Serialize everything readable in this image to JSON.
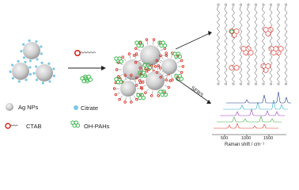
{
  "legend": {
    "ag_nps": "Ag NPs",
    "citrate": "Citrate",
    "ctab": "CTAB",
    "oh_pahs": "OH-PAHs"
  },
  "arrow_label": "SERS",
  "spectra": {
    "xlabel": "Raman shift / cm⁻¹",
    "ticks": [
      "500",
      "1000",
      "1500"
    ]
  },
  "colors": {
    "nanoparticle": "#cfcfcf",
    "citrate": "#7ec8e6",
    "ctab_head": "#d9261c",
    "oh_pah": "#39b54a",
    "spectrum_red": "#e0342b",
    "spectrum_green": "#3cae3c",
    "spectrum_purple": "#9b3cc1",
    "spectrum_cyan": "#2aa9d6",
    "spectrum_navy": "#1f3a8a"
  }
}
